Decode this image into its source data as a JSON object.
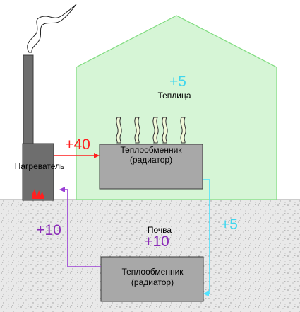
{
  "greenhouse": {
    "temperature": "+5",
    "label": "Теплица"
  },
  "heater": {
    "label": "Нагреватель",
    "output_temperature": "+40"
  },
  "upper_exchanger": {
    "line1": "Теплообменник",
    "line2": "(радиатор)"
  },
  "soil": {
    "label": "Почва",
    "temperature": "+10",
    "return_temperature": "+10",
    "pipe_temperature": "+5"
  },
  "lower_exchanger": {
    "line1": "Теплообменник",
    "line2": "(радиатор)"
  },
  "colors": {
    "greenhouse_fill": "#d6f5d6",
    "greenhouse_outline": "#7fdc7f",
    "heater_body": "#6e6e6e",
    "exchanger_fill": "#a8a8a8",
    "hot_pipe": "#ff1f1f",
    "cold_pipe": "#4fe3ff",
    "return_pipe": "#9a3fd6",
    "cyan_text": "#3fd6ee",
    "purple_text": "#8a2bb8",
    "flame": "#ff2020"
  }
}
